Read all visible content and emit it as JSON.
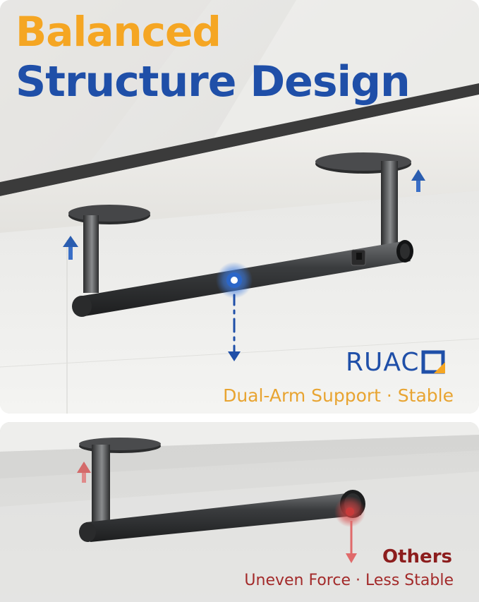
{
  "headline": {
    "line1": "Balanced",
    "line2": "Structure Design"
  },
  "brand": {
    "name": "RUAC",
    "color": "#1f4fa8",
    "accent": "#f5a623"
  },
  "top_panel": {
    "caption": "Dual-Arm Support · Stable",
    "arrow_color": "#2a5db0"
  },
  "bottom_panel": {
    "label": "Others",
    "caption": "Uneven Force · Less Stable",
    "arrow_color": "#e06a6a"
  }
}
